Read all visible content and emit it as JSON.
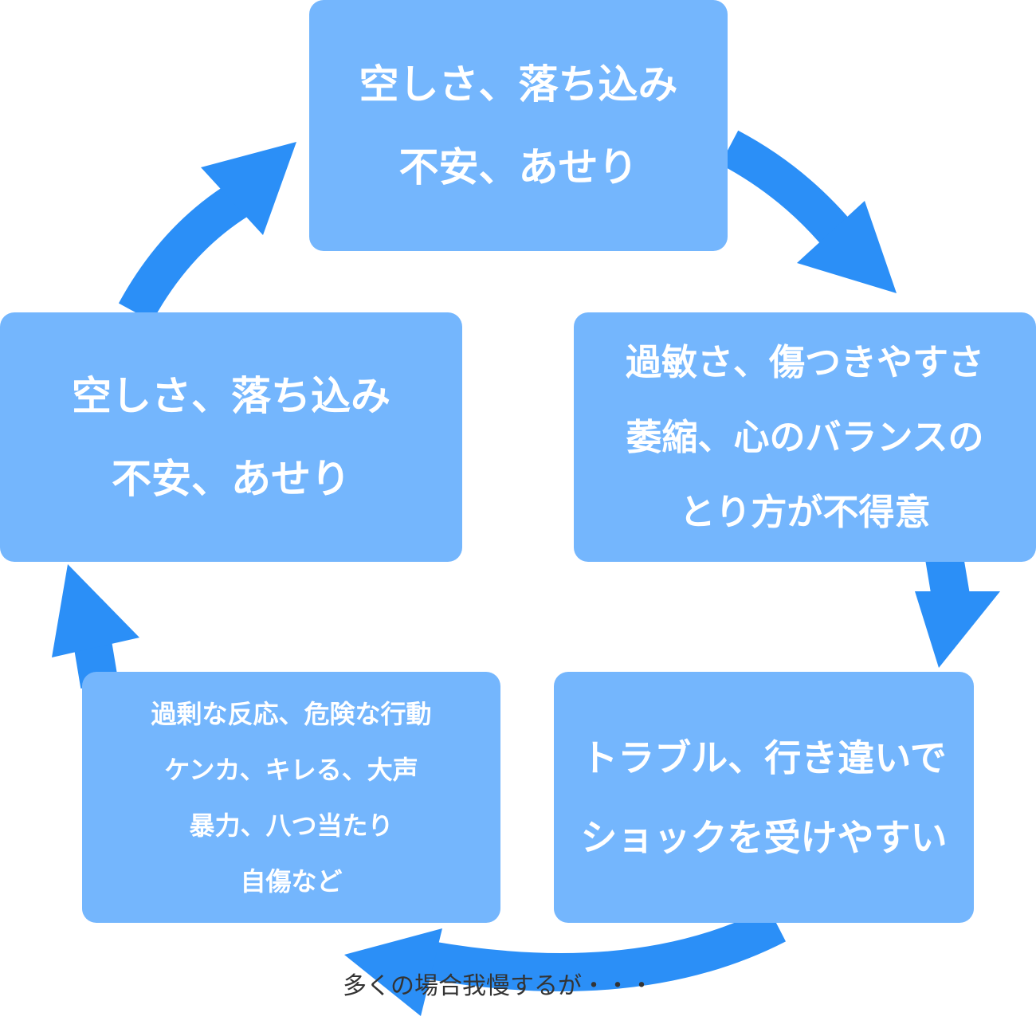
{
  "colors": {
    "box": "#74b6fd",
    "arrow": "#2b8ff7",
    "text": "#ffffff",
    "caption": "#333333"
  },
  "cycle": {
    "top": {
      "lines": [
        "空しさ、落ち込み",
        "不安、あせり"
      ]
    },
    "right": {
      "lines": [
        "過敏さ、傷つきやすさ",
        "萎縮、心のバランスの",
        "とり方が不得意"
      ]
    },
    "bottom_right": {
      "lines": [
        "トラブル、行き違いで",
        "ショックを受けやすい"
      ]
    },
    "bottom_left": {
      "lines": [
        "過剰な反応、危険な行動",
        "ケンカ、キレる、大声",
        "暴力、八つ当たり",
        "自傷など"
      ]
    },
    "left": {
      "lines": [
        "空しさ、落ち込み",
        "不安、あせり"
      ]
    }
  },
  "caption": "多くの場合我慢するが・・・"
}
